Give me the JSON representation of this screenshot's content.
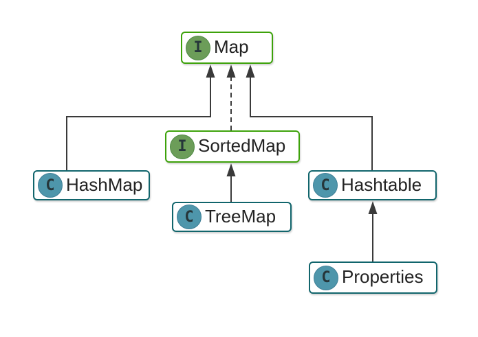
{
  "diagram": {
    "kind": "uml-class-diagram"
  },
  "nodes": {
    "map": {
      "label": "Map",
      "stereotype": "interface",
      "icon_letter": "I"
    },
    "sortedmap": {
      "label": "SortedMap",
      "stereotype": "interface",
      "icon_letter": "I"
    },
    "hashmap": {
      "label": "HashMap",
      "stereotype": "class",
      "icon_letter": "C"
    },
    "treemap": {
      "label": "TreeMap",
      "stereotype": "class",
      "icon_letter": "C"
    },
    "hashtable": {
      "label": "Hashtable",
      "stereotype": "class",
      "icon_letter": "C"
    },
    "properties": {
      "label": "Properties",
      "stereotype": "class",
      "icon_letter": "C"
    }
  },
  "edges": [
    {
      "from": "HashMap",
      "to": "Map",
      "line": "solid",
      "arrow": "filled-triangle-up"
    },
    {
      "from": "SortedMap",
      "to": "Map",
      "line": "dashed",
      "arrow": "filled-triangle-up"
    },
    {
      "from": "Hashtable",
      "to": "Map",
      "line": "solid",
      "arrow": "filled-triangle-up"
    },
    {
      "from": "TreeMap",
      "to": "SortedMap",
      "line": "solid",
      "arrow": "filled-triangle-up"
    },
    {
      "from": "Properties",
      "to": "Hashtable",
      "line": "solid",
      "arrow": "filled-triangle-up"
    }
  ],
  "colors": {
    "interface_border": "#3DA20A",
    "interface_icon_fill": "#6C9D59",
    "interface_icon_border": "#4F8A44",
    "class_border": "#11656C",
    "class_icon_fill": "#4E96AB",
    "class_icon_border": "#3E7F96",
    "icon_letter_color": "#26363A",
    "line_color": "#3A3A3A",
    "label_color": "#222222",
    "background": "#FFFFFF"
  }
}
